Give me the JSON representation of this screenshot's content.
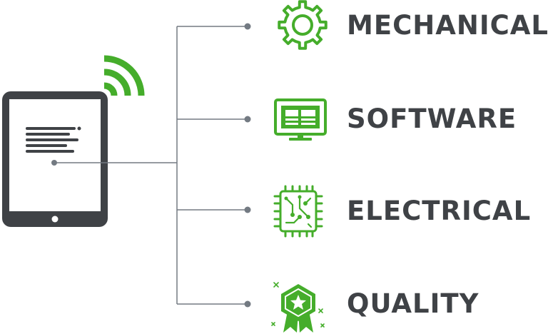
{
  "categories": [
    {
      "id": "mechanical",
      "label": "MECHANICAL",
      "icon": "gear-icon"
    },
    {
      "id": "software",
      "label": "SOFTWARE",
      "icon": "monitor-icon"
    },
    {
      "id": "electrical",
      "label": "ELECTRICAL",
      "icon": "circuit-chip-icon"
    },
    {
      "id": "quality",
      "label": "QUALITY",
      "icon": "badge-star-icon"
    }
  ],
  "colors": {
    "accent": "#45ad2b",
    "dark": "#3f4246",
    "line": "#737a82"
  }
}
